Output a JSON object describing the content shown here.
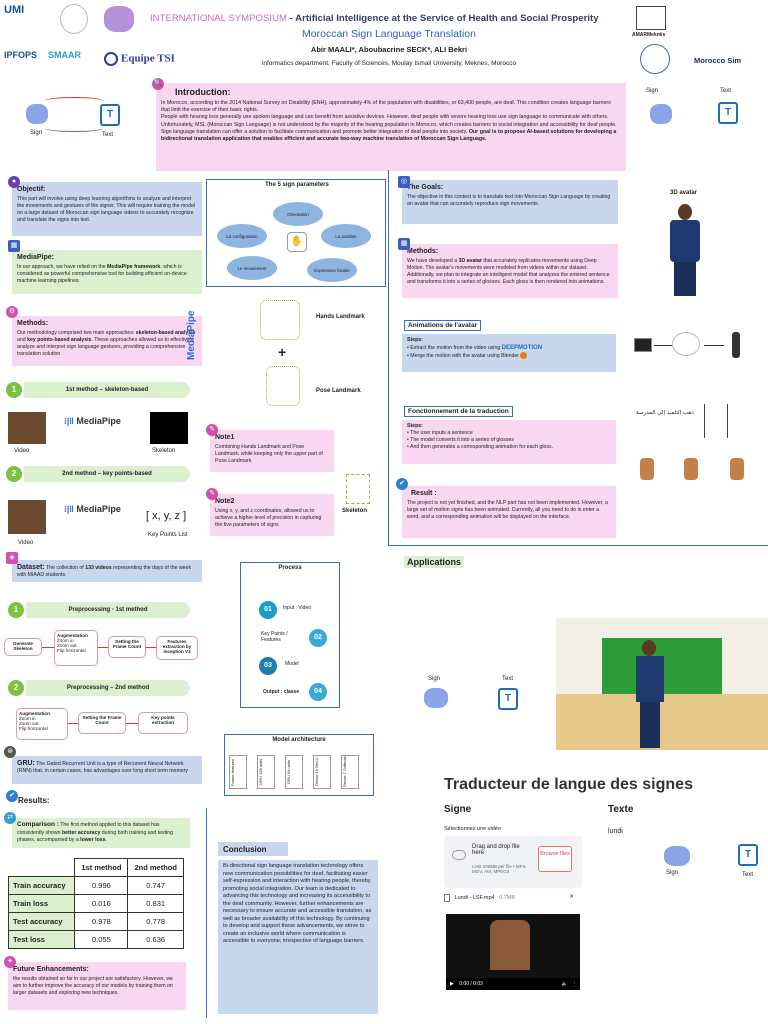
{
  "header": {
    "symposium": "INTERNATIONAL SYMPOSIUM",
    "symposium_rest": " - Artificial Intelligence at the Service of Health and Social Prosperity",
    "title": "Moroccan Sign Language Translation",
    "authors": "Abir MAALI*, Aboubacrine SECK*, ALI Bekri",
    "affiliation": "informatics department, Faculty of Sciences, Moulay Ismail University, Meknes, Morocco",
    "logos_left": [
      "UMI",
      "IPFOPS",
      "SMAAR",
      "Equipe TSI"
    ],
    "logos_right": [
      "AMARMeknès",
      "Morocco Sim"
    ]
  },
  "labels": {
    "sign": "Sign",
    "text": "Text"
  },
  "introduction": {
    "title": "Introduction:",
    "p1": "In Morocco, according to the 2014 National Survey on Disability (ENH), approximately 4% of the population with disabilities, or 63,400 people, are deaf. This condition creates language barriers that limit the exercise of their basic rights.",
    "p2": "People with hearing loss generally use spoken language and can benefit from assistive devices. However, deaf people with severe hearing loss use sign language to communicate with others. Unfortunately, MSL (Moroccan Sign Language) is not understood by the majority of the hearing population in Morocco, which creates barriers to social integration and accessibility for deaf people.",
    "p3a": "Sign language translation can offer a solution to facilitate communication and promote better integration of deaf people into society. ",
    "p3b": "Our goal is to propose AI-based solutions for developing a bidirectional translation application that enables efficient and accurate two-way machine translation of Moroccan Sign Language."
  },
  "objectif": {
    "title": "Objectif:",
    "text": "This part will involve using deep learning algorithms to analyze and interpret the movements and gestures of the signer. This will require training the model on a large dataset of Moroccan sign language videos to accurately recognize and translate the signs into text."
  },
  "mediapipe": {
    "title": "MediaPipe:",
    "text_a": "In our approach, we have relied on the ",
    "text_b": "MediaPipe framework",
    "text_c": ", which is considered as powerful comprehensive tool for building efficient on-device machine learning pipelines."
  },
  "methods_left": {
    "title": "Methods:",
    "text_a": "Our methodology comprised two main approaches: ",
    "text_b": "skeleton-based analysis",
    "text_c": " and ",
    "text_d": "key points-based analysis",
    "text_e": ". These approaches allowed us to effectively analyze and interpret sign language gestures, providing a comprehensive translation solution"
  },
  "sign_params": {
    "title": "The 5 sign parameters",
    "items": [
      "Orientation",
      "La configuration",
      "La position",
      "Le mouvement",
      "Expression faciale"
    ]
  },
  "landmarks": {
    "mediapipe": "MediaPipe",
    "hands": "Hands Landmark",
    "pose": "Pose Landmark",
    "plus": "+"
  },
  "method1": {
    "num": "1",
    "label": "1st method – skeleton-based",
    "video": "Video",
    "skeleton": "Skeleton",
    "mp": "MediaPipe"
  },
  "method2": {
    "num": "2",
    "label": "2nd method – key points-based",
    "video": "Video",
    "keypoints": "Key Points List",
    "xyz": "[ x, y, z ]",
    "mp": "MediaPipe"
  },
  "note1": {
    "title": "Note1",
    "text": "Combining Hands Landmark and Pose Landmark, while keeping only the upper part of Pose Landmark"
  },
  "note2": {
    "title": "Note2",
    "text": "Using x, y, and z coordinates, allowed us to achieve a higher level of precision in capturing the five parameters of signs",
    "skeleton": "Skeleton"
  },
  "dataset": {
    "title": "Dataset:",
    "text_a": " The collection of ",
    "text_b": "133 videos",
    "text_c": " representing the days of the week with MIAAD students."
  },
  "preproc1": {
    "num": "1",
    "label": "Preprocessing - 1st method",
    "generate": "Generate Skeleton",
    "aug_title": "Augmentation",
    "aug_items": [
      "Zoom in",
      "Zoom out",
      "Flip horizontal"
    ],
    "frame": "Setting the Frame Count",
    "features": "Features extraction by inception V3"
  },
  "preproc2": {
    "num": "2",
    "label": "Preprocessing – 2nd method",
    "aug_title": "Augmentation",
    "aug_items": [
      "Zoom in",
      "Zoom out",
      "Flip horizontal"
    ],
    "frame": "Setting the Frame Count",
    "keypoints": "Key points extraction"
  },
  "process": {
    "title": "Process",
    "steps": [
      {
        "num": "01",
        "label": "Input : Video"
      },
      {
        "num": "02",
        "label": "Key Points / Features"
      },
      {
        "num": "03",
        "label": "Model"
      },
      {
        "num": "04",
        "label": "Output : classe"
      }
    ]
  },
  "architecture": {
    "title": "Model architecture",
    "layers": [
      "Frame features",
      "GRU 128 units",
      "GRU 64 units",
      "Dense 16 ReLU",
      "Dense 7 Softmax"
    ]
  },
  "gru": {
    "title": "GRU:",
    "text": " The Gated Recurrent Unit is a type of Recurrent Neural Network (RNN) that, in certain cases, has advantages over long short term memory"
  },
  "results": {
    "title": "Results:",
    "comparison_title": "Comparison :",
    "comparison_a": " The first method applied to this dataset has consistently shown ",
    "comparison_b": "better accuracy",
    "comparison_c": " during both training and testing phases, accompanied by a ",
    "comparison_d": "lower loss",
    "comparison_e": ".",
    "table": {
      "headers": [
        "1st method",
        "2nd method"
      ],
      "rows": [
        {
          "label": "Train accuracy",
          "m1": "0.996",
          "m2": "0.747"
        },
        {
          "label": "Train loss",
          "m1": "0.016",
          "m2": "0.831"
        },
        {
          "label": "Test accuracy",
          "m1": "0.978",
          "m2": "0.778"
        },
        {
          "label": "Test loss",
          "m1": "0.055",
          "m2": "0.636"
        }
      ]
    }
  },
  "future": {
    "title": "Future Enhancements:",
    "text": "the results obtained so far in our project are satisfactory. However, we aim to further improve the accuracy of our models by training them on larger datasets and exploring new techniques."
  },
  "conclusion": {
    "title": "Conclusion",
    "text": "Bi-directional sign language translation technology offers new communication possibilities for deaf, facilitating easier self-expression and interaction with hearing people, thereby promoting social integration. Our team is dedicated to advancing this technology and increasing its accessibility to the deaf community. However, further enhancements are necessary to ensure accurate and accessible translation, as well as broader availability of this technology. By continuing to develop and support these advancements, we strive to create an inclusive world where communication is accessible to everyone, irrespective of language barriers."
  },
  "goals": {
    "title": "The Goals:",
    "text": "The objective in this context is to translate text into Moroccan Sign Language by creating an avatar that can accurately reproduce sign movements.",
    "avatar_label": "3D avatar"
  },
  "methods_right": {
    "title": "Methods:",
    "text_a": "We have developed a ",
    "text_b": "3D avatar",
    "text_c": " that accurately replicates movements using Deep Motion. The avatar's movements were modeled from videos within our dataset. Additionally, we plan to integrate an intelligent model that analyzes the entered sentence and transforms it into a series of glosses. Each gloss is then rendered into animations."
  },
  "animations": {
    "title": "Animations de l'avatar",
    "steps_title": "Steps:",
    "step1": "Extract the motion from the video using",
    "step1_tool": "DEEPMOTION",
    "step2": "Merge the motion with the avatar using Blender",
    "step2_tool": "Blender"
  },
  "fonctionnement": {
    "title": "Fonctionnement de la traduction",
    "steps_title": "Steps:",
    "steps": [
      "The user inputs a sentence",
      "The model converts it into a series of glosses",
      "And then generates a corresponding animation for each gloss."
    ],
    "arabic": "ذهب التلميذ إلى المدرسة"
  },
  "result": {
    "title": "Result :",
    "text": "The project is not yet finished, and the NLP part has not been implemented. However, a large set of motion signs has been animated. Currently, all you need to do is enter a word, and a corresponding animation will be displayed on the interface."
  },
  "applications": {
    "title": "Applications",
    "app": {
      "title": "Traducteur de langue des signes",
      "col_sign": "Signe",
      "col_text": "Texte",
      "select_video": "Sélectionnez une vidéo",
      "drop": "Drag and drop file here",
      "limit": "Limit 200MB per file • MP4, MOV, AVI, MPEG4",
      "browse": "Browse files",
      "file_name": "Lundi - LSF.mp4",
      "file_size": "0.7MB",
      "result_text": "lundi",
      "time": "0:00 / 0:03"
    }
  }
}
